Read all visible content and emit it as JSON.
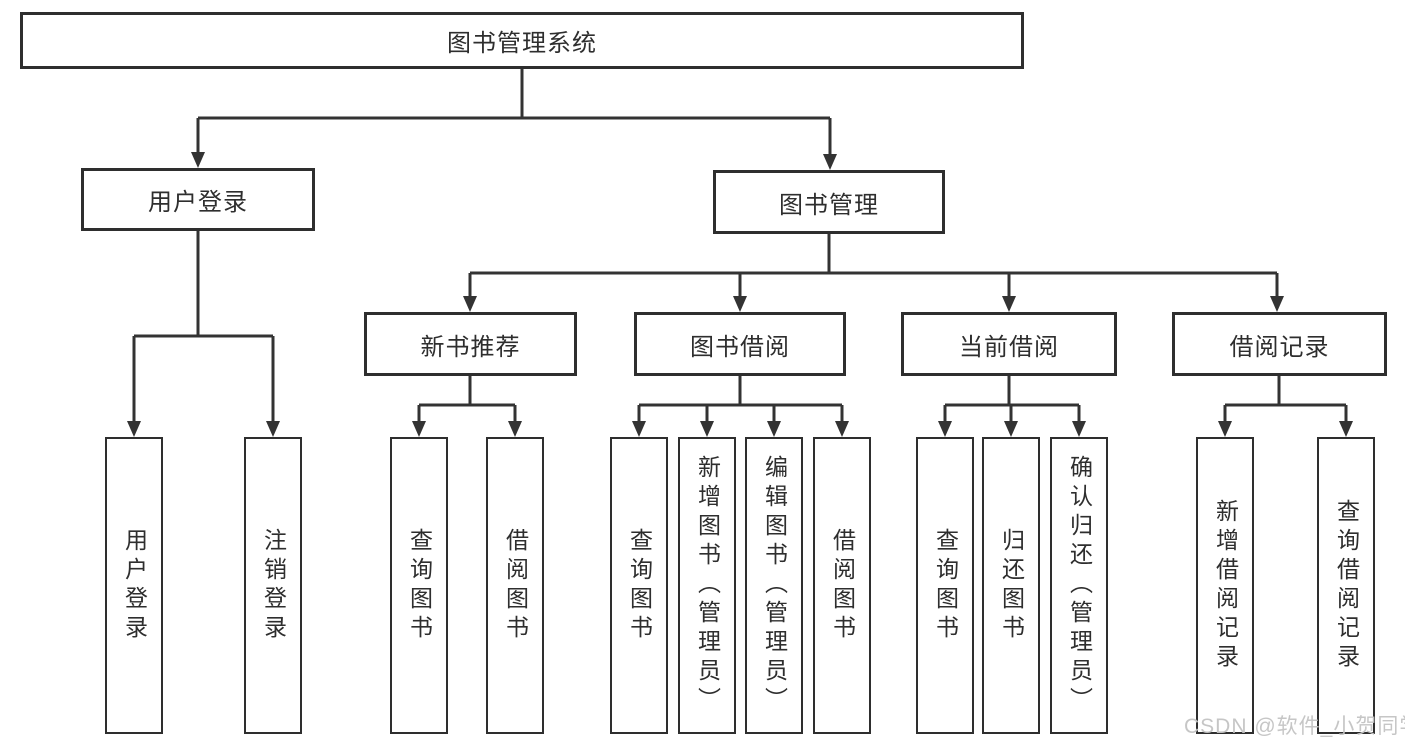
{
  "tree": {
    "root": {
      "label": "图书管理系统"
    },
    "branches": [
      {
        "label": "用户登录",
        "children": [
          {
            "label": "用户登录"
          },
          {
            "label": "注销登录"
          }
        ]
      },
      {
        "label": "图书管理",
        "children": [
          {
            "label": "新书推荐",
            "children": [
              {
                "label": "查询图书"
              },
              {
                "label": "借阅图书"
              }
            ]
          },
          {
            "label": "图书借阅",
            "children": [
              {
                "label": "查询图书"
              },
              {
                "label": "新增图书（管理员）"
              },
              {
                "label": "编辑图书（管理员）"
              },
              {
                "label": "借阅图书"
              }
            ]
          },
          {
            "label": "当前借阅",
            "children": [
              {
                "label": "查询图书"
              },
              {
                "label": "归还图书"
              },
              {
                "label": "确认归还（管理员）"
              }
            ]
          },
          {
            "label": "借阅记录",
            "children": [
              {
                "label": "新增借阅记录"
              },
              {
                "label": "查询借阅记录"
              }
            ]
          }
        ]
      }
    ]
  },
  "watermark": {
    "text": "CSDN @软件_小贺同学"
  },
  "colors": {
    "line": "#333333",
    "border": "#2e2e2e",
    "text": "#2e2e2e",
    "watermark": "#c4c4c4",
    "background": "#ffffff"
  }
}
